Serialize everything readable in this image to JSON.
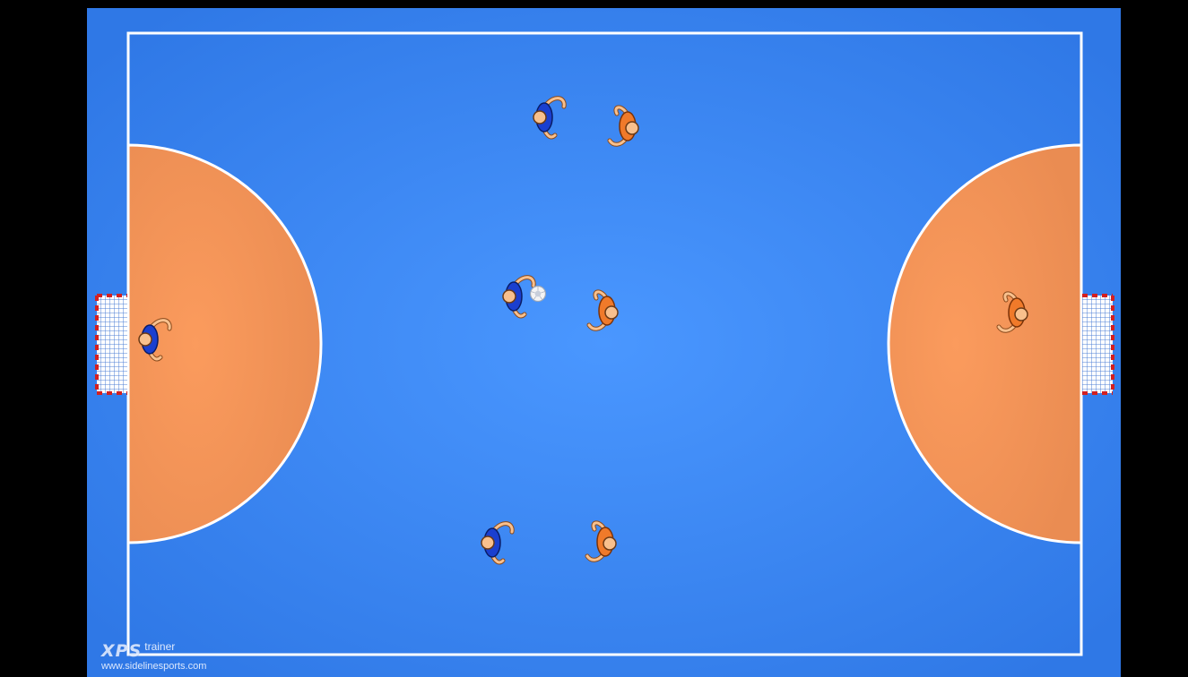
{
  "court": {
    "surface_color": "#3a88f5",
    "zone_color": "#f2955a",
    "line_color": "#ffffff"
  },
  "teams": {
    "blue": {
      "color": "#1a3fd0",
      "player_count": 4
    },
    "orange": {
      "color": "#f07a2a",
      "player_count": 4
    }
  },
  "ball": {
    "icon": "soccer-ball-icon",
    "color": "#f4f4f4"
  },
  "watermark": {
    "logo": "XPS",
    "logo_suffix": "trainer",
    "url": "www.sidelinesports.com"
  }
}
